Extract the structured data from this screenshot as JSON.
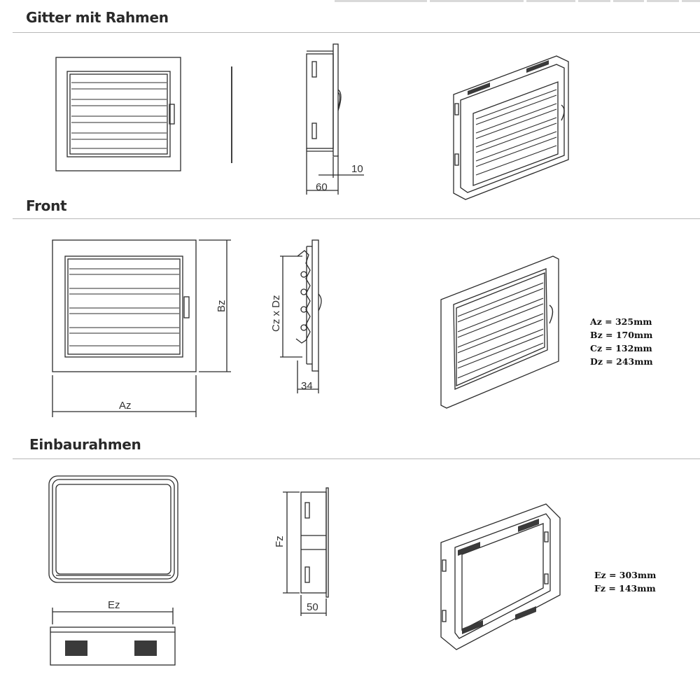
{
  "sections": {
    "gitter": {
      "title": "Gitter mit Rahmen",
      "dim_depth": "60",
      "dim_lip": "10"
    },
    "front": {
      "title": "Front",
      "dim_width": "Az",
      "dim_height": "Bz",
      "dim_cross": "Cz x Dz",
      "dim_depth": "34"
    },
    "einbau": {
      "title": "Einbaurahmen",
      "dim_width": "Ez",
      "dim_height": "Fz",
      "dim_depth": "50"
    }
  },
  "specs_front": [
    "Az = 325mm",
    "Bz = 170mm",
    "Cz = 132mm",
    "Dz = 243mm"
  ],
  "specs_einbau": [
    "Ez = 303mm",
    "Fz = 143mm"
  ],
  "colors": {
    "line": "#2b2b2b",
    "rule": "#b8b8b8",
    "fill_dark": "#3a3a3a"
  }
}
